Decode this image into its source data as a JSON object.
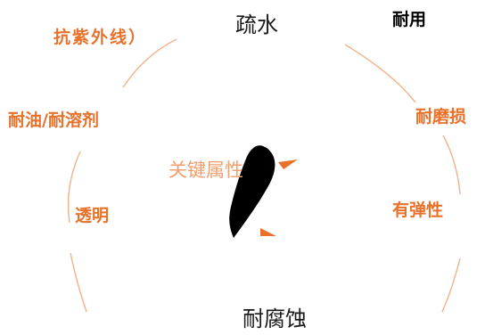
{
  "diagram": {
    "center_label": "关键属性",
    "nodes": {
      "top": "疏水",
      "top_right": "耐用",
      "top_left": "抗紫外线）",
      "left_upper": "耐油/耐溶剂",
      "right_upper": "耐磨损",
      "left_lower": "透明",
      "right_lower": "有弹性",
      "bottom": "耐腐蚀"
    },
    "colors": {
      "accent": "#e8722c",
      "accent_light": "#f0a070",
      "text_dark": "#1a1a1a",
      "arc": "#f2b58e",
      "shape": "#000000"
    }
  }
}
